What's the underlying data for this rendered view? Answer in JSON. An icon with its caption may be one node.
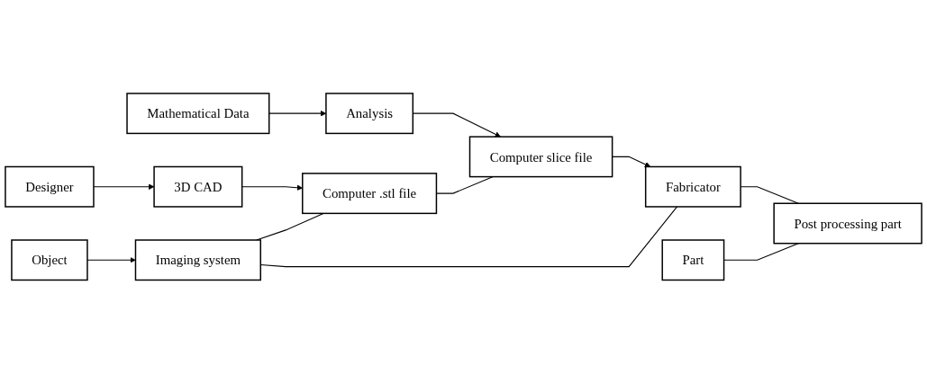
{
  "diagram": {
    "nodes": [
      {
        "text": [
          "Object"
        ]
      },
      {
        "text": [
          "Imaging system"
        ]
      },
      {
        "text": [
          "Designer"
        ]
      },
      {
        "text": [
          "3D CAD"
        ]
      },
      {
        "text": [
          "Mathematical Data"
        ]
      },
      {
        "text": [
          "Analysis"
        ]
      },
      {
        "text": [
          "Computer .stl file"
        ]
      },
      {
        "text": [
          "Computer slice file"
        ]
      },
      {
        "text": [
          "Fabricator"
        ]
      },
      {
        "text": [
          "Part"
        ]
      },
      {
        "text": [
          "Post processing part"
        ]
      }
    ],
    "edges": [
      {
        "from": 0,
        "to": 1,
        "arrow": "to"
      },
      {
        "from": 2,
        "to": 3,
        "arrow": "to"
      },
      {
        "from": 4,
        "to": 5,
        "arrow": "to"
      },
      {
        "from": 3,
        "to": 6,
        "arrow": "to"
      },
      {
        "from": 5,
        "to": 7,
        "arrow": "to"
      },
      {
        "from": 7,
        "to": 8,
        "arrow": "to"
      },
      {
        "from": 1,
        "to": 6,
        "arrow": "none"
      },
      {
        "from": 1,
        "to": 8,
        "arrow": "none"
      },
      {
        "from": 6,
        "to": 7,
        "arrow": "none"
      },
      {
        "from": 8,
        "to": 10,
        "arrow": "none"
      },
      {
        "from": 9,
        "to": 10,
        "arrow": "none"
      }
    ]
  }
}
